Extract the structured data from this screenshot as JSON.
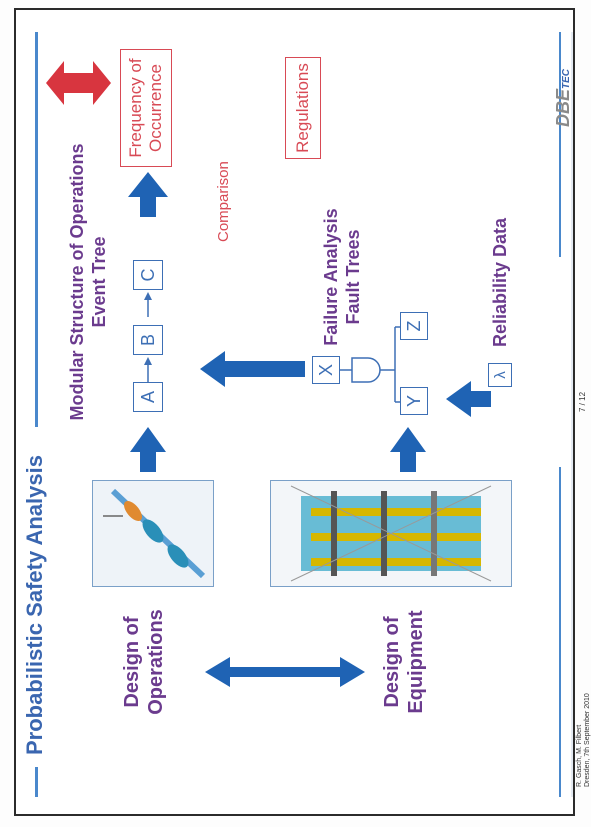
{
  "title": "Probabilistic Safety Analysis",
  "left": {
    "design_operations": [
      "Design of",
      "Operations"
    ],
    "design_equipment": [
      "Design of",
      "Equipment"
    ]
  },
  "event_tree": {
    "heading": [
      "Modular Structure of Operations",
      "Event Tree"
    ],
    "boxes": [
      "A",
      "B",
      "C"
    ]
  },
  "fault_tree": {
    "heading": [
      "Failure Analysis",
      "Fault Trees"
    ],
    "boxes": [
      "X",
      "Y",
      "Z"
    ]
  },
  "reliability": {
    "box": "λ",
    "label": "Reliability Data"
  },
  "frequency": [
    "Frequency of",
    "Occurrence"
  ],
  "regulations": "Regulations",
  "comparison": "Comparison",
  "footer": {
    "author_line1": "R. Gasch, M. Filbert",
    "author_line2": "Dresden, 7th September 2010",
    "page": "7 / 12",
    "logo": "DBE TEC",
    "logo_main": "DBE",
    "logo_sub": "TEC"
  },
  "colors": {
    "blue_arrow": "#1f63b4",
    "red_arrow": "#d8353f",
    "purple_text": "#6b3b8e",
    "title_blue": "#3a66b0",
    "rule_blue": "#4a88cc"
  }
}
